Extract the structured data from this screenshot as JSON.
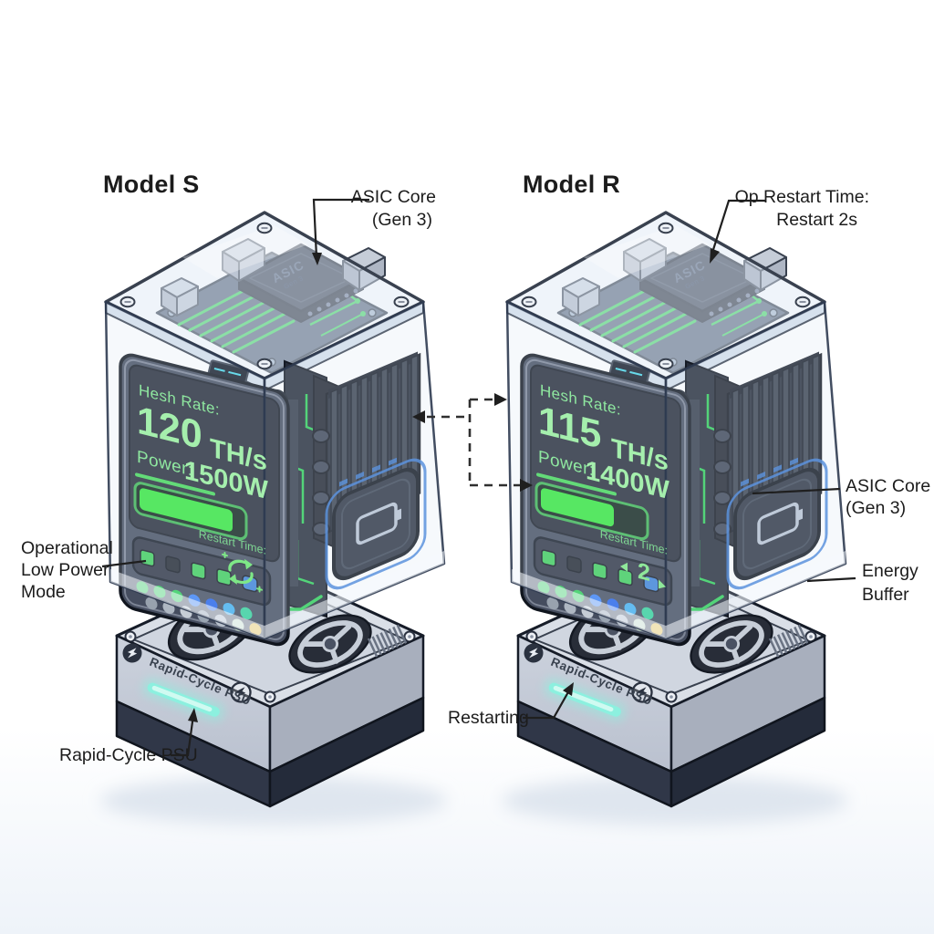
{
  "palette": {
    "background": "#ffffff",
    "outline_dark": "#161c28",
    "case_tint": "#dfe9f3",
    "screen_bg": "#242936",
    "screen_text_green": "#8fe8a0",
    "screen_value_green": "#a5efad",
    "trace_green": "#37d556",
    "trace_blue": "#3b7dd8",
    "progress_bar_green": "#57e763",
    "teal_glow_strip": "#8cf0df",
    "base_silver": "#dadfe7",
    "plinth_navy": "#303748",
    "led_green": "#2fd058",
    "led_blue": "#3b82f6",
    "led_yellow": "#f2c340",
    "label_text": "#1b1b1b"
  },
  "icons": {
    "psu_badge": "lightning-bolt-icon",
    "display_restart_left": "circular-arrows-icon",
    "display_restart_right": "restart-2-icon",
    "connector": "dashed-arrow"
  },
  "annotations": {
    "model_s": "Model S",
    "model_r": "Model R",
    "asic_core_top": {
      "line1": "ASIC Core",
      "line2": "(Gen 3)"
    },
    "op_restart": {
      "line1": "Op Restart Time:",
      "line2": "Restart 2s"
    },
    "low_power": {
      "line1": "Operational",
      "line2": "Low Power",
      "line3": "Mode"
    },
    "rapid_cycle_psu": "Rapid-Cycle PSU",
    "restarting": "Restarting",
    "asic_core_right": {
      "line1": "ASIC Core",
      "line2": "(Gen 3)"
    },
    "energy_buffer": {
      "line1": "Energy",
      "line2": "Buffer"
    }
  },
  "devices": {
    "left": {
      "name": "Model S",
      "display": {
        "hash_label": "Hesh Rate:",
        "hash_value": "120",
        "hash_unit": "TH/s",
        "power_label": "Power:",
        "power_value": "1500W",
        "restart_label": "Restart Time:",
        "bar_fill_width": "102"
      },
      "chip": {
        "label": "ASIC",
        "sublabel": "Gen 3"
      },
      "psu_label": "Rapid-Cycle PSU"
    },
    "right": {
      "name": "Model R",
      "display": {
        "hash_label": "Hesh Rate:",
        "hash_value": "115",
        "hash_unit": "TH/s",
        "power_label": "Power:",
        "power_value": "1400W",
        "restart_label": "Restart Time:",
        "restart_value": "2",
        "bar_fill_width": "80"
      },
      "chip": {
        "label": "ASIC",
        "sublabel": "Gen 3"
      },
      "psu_label": "Rapid-Cycle PSU"
    }
  }
}
